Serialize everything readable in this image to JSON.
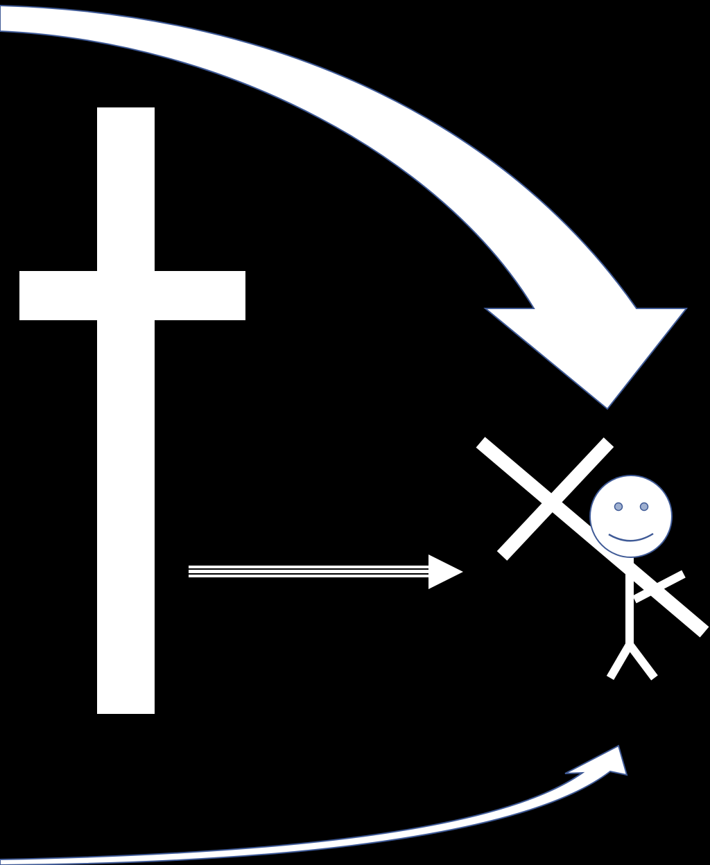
{
  "colors": {
    "background": "#000000",
    "shape_fill": "#ffffff",
    "outline": "#3f5a96",
    "eye_fill": "#9fb0d0"
  },
  "elements": {
    "cross": "cross-icon",
    "top_arrow": "curved-arrow-down-right",
    "middle_arrow": "striped-arrow-right",
    "bottom_arrow": "curved-arrow-up-right",
    "figure": "stick-figure-smiling",
    "figure_cross": "saltire-cross-on-figure"
  }
}
